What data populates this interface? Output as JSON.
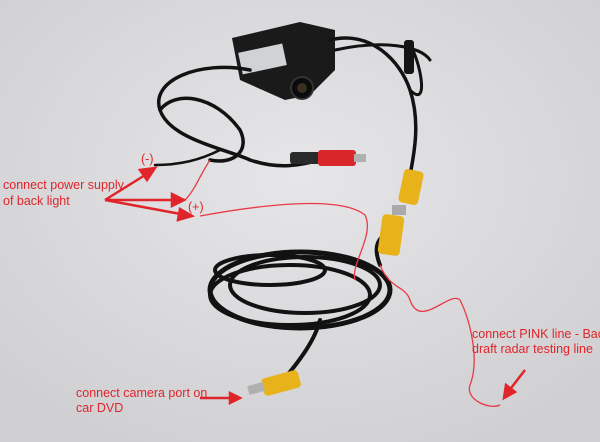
{
  "annotations": {
    "minus": "(-)",
    "plus": "(+)",
    "power_line1": "connect power supply",
    "power_line2": "of back light",
    "pink_line1": "connect PINK line - Back",
    "pink_line2": "draft radar testing line",
    "dvd_line1": "connect camera port on",
    "dvd_line2": "car DVD"
  },
  "colors": {
    "annotation": "#e0252a",
    "background": "#dcdcdc",
    "cable": "#111111",
    "rca_yellow": "#e8b21a",
    "rca_red": "#d8262a",
    "pink_wire": "#e83a48"
  }
}
